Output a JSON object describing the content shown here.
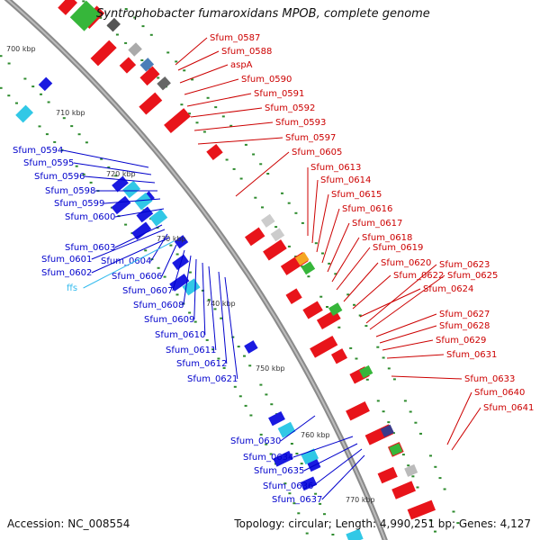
{
  "title": "Syntrophobacter fumaroxidans MPOB, complete genome",
  "footer": {
    "accession": "Accession: NC_008554",
    "summary": "Topology: circular; Length: 4,990,251 bp; Genes: 4,127"
  },
  "colors": {
    "forward_strand": "#e8141a",
    "reverse_strand": "#1a1ae0",
    "rna": "#31c8e6",
    "label_forward": "#cc0000",
    "label_reverse": "#0000cc",
    "label_rna": "#33bbee",
    "backbone": "#8a8a8a",
    "gc_dots": "#2e8b2e"
  },
  "ticks": [
    "700 kbp",
    "710 kbp",
    "720 kbp",
    "730 kbp",
    "740 kbp",
    "750 kbp",
    "760 kbp",
    "770 kbp"
  ],
  "right_labels": [
    "Sfum_0587",
    "Sfum_0588",
    "aspA",
    "Sfum_0590",
    "Sfum_0591",
    "Sfum_0592",
    "Sfum_0593",
    "Sfum_0597",
    "Sfum_0605",
    "Sfum_0613",
    "Sfum_0614",
    "Sfum_0615",
    "Sfum_0616",
    "Sfum_0617",
    "Sfum_0618",
    "Sfum_0619",
    "Sfum_0620",
    "Sfum_0622",
    "Sfum_0624",
    "Sfum_0623",
    "Sfum_0625",
    "Sfum_0627",
    "Sfum_0628",
    "Sfum_0629",
    "Sfum_0631",
    "Sfum_0633",
    "Sfum_0640",
    "Sfum_0641"
  ],
  "left_labels": [
    "Sfum_0594",
    "Sfum_0595",
    "Sfum_0596",
    "Sfum_0598",
    "Sfum_0599",
    "Sfum_0600",
    "Sfum_0603",
    "Sfum_0601",
    "Sfum_0604",
    "Sfum_0602",
    "Sfum_0606",
    "ffs",
    "Sfum_0607",
    "Sfum_0608",
    "Sfum_0609",
    "Sfum_0610",
    "Sfum_0611",
    "Sfum_0612",
    "Sfum_0621",
    "Sfum_0630",
    "Sfum_0634",
    "Sfum_0635",
    "Sfum_0636",
    "Sfum_0637"
  ]
}
